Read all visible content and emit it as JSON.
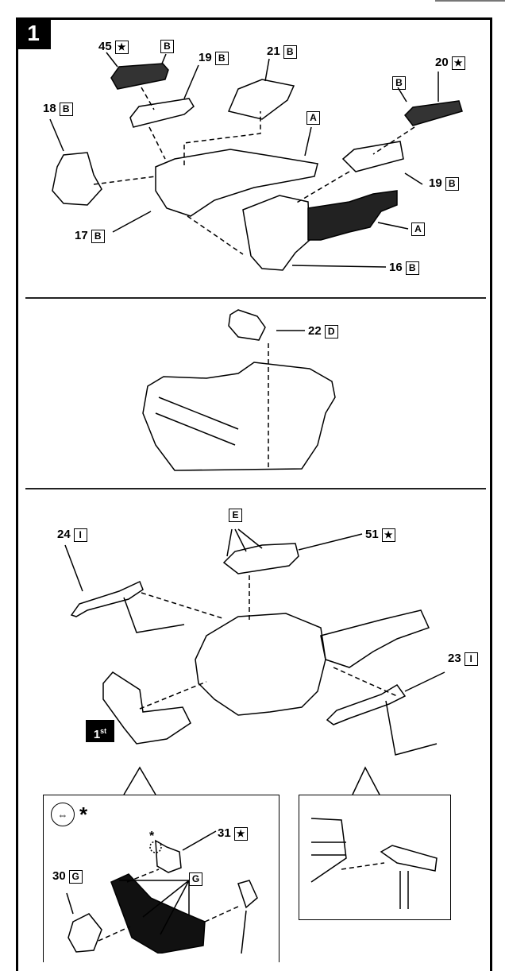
{
  "step": {
    "number": "1"
  },
  "panel_top": {
    "callouts": [
      {
        "part": "45",
        "tag": "★"
      },
      {
        "part": "",
        "tag": "B"
      },
      {
        "part": "19",
        "tag": "B"
      },
      {
        "part": "21",
        "tag": "B"
      },
      {
        "part": "20",
        "tag": "★"
      },
      {
        "part": "",
        "tag": "B"
      },
      {
        "part": "18",
        "tag": "B"
      },
      {
        "part": "",
        "tag": "A"
      },
      {
        "part": "19",
        "tag": "B"
      },
      {
        "part": "17",
        "tag": "B"
      },
      {
        "part": "",
        "tag": "A"
      },
      {
        "part": "16",
        "tag": "B"
      }
    ]
  },
  "panel_middle": {
    "callouts": [
      {
        "part": "22",
        "tag": "D"
      }
    ]
  },
  "panel_bottom": {
    "callouts": [
      {
        "part": "",
        "tag": "E"
      },
      {
        "part": "51",
        "tag": "★"
      },
      {
        "part": "24",
        "tag": "I"
      },
      {
        "part": "23",
        "tag": "I"
      }
    ],
    "first_badge": {
      "main": "1",
      "sup": "st"
    },
    "detail_left": {
      "symbol": "⇔",
      "symbol_star": "*",
      "small_star": "*",
      "callouts": [
        {
          "part": "31",
          "tag": "★"
        },
        {
          "part": "30",
          "tag": "G"
        },
        {
          "part": "",
          "tag": "G"
        }
      ]
    }
  }
}
